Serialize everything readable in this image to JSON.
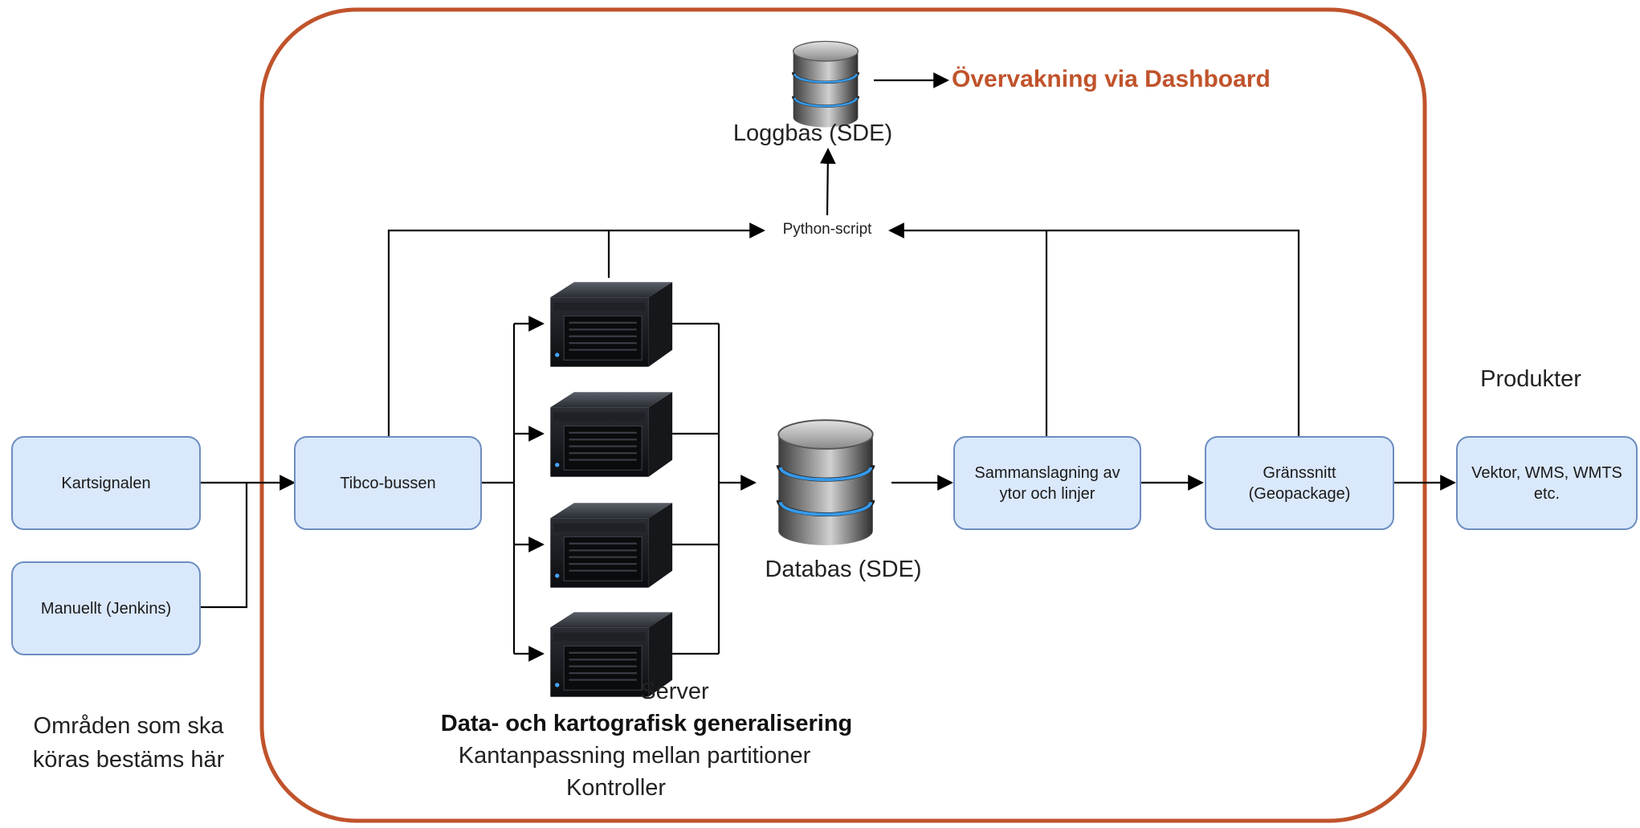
{
  "nodes": {
    "kartsignalen": "Kartsignalen",
    "manuellt": "Manuellt (Jenkins)",
    "tibco": "Tibco-bussen",
    "sammanslagning": "Sammanslagning av ytor och linjer",
    "granssnitt": "Gränssnitt (Geopackage)",
    "vektor": "Vektor, WMS, WMTS etc."
  },
  "labels": {
    "omraden": "Områden som ska köras bestäms här",
    "produkter": "Produkter",
    "loggbas": "Loggbas (SDE)",
    "dashboard": "Övervakning via Dashboard",
    "python": "Python-script",
    "databas": "Databas (SDE)",
    "server": "Server",
    "generalisering": "Data- och kartografisk generalisering",
    "kantanpassning": "Kantanpassning mellan partitioner",
    "kontroller": "Kontroller"
  },
  "colors": {
    "frame": "#c0532b",
    "dashboard_text": "#c0532b",
    "box_fill": "#dae8fc",
    "box_border": "#6c8ebf"
  },
  "icons": {
    "database": "database-icon",
    "server": "server-rack-icon"
  }
}
